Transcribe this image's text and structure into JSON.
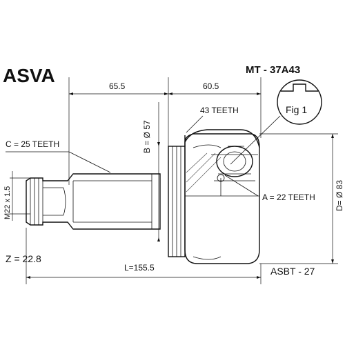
{
  "brand": "ASVA",
  "part_code": "MT - 37A43",
  "figure_label": "Fig 1",
  "dimensions": {
    "length_left": "65.5",
    "length_right": "60.5",
    "total_length": "L=155.5",
    "thread": "M22 x 1.5",
    "bore": "B = Ø 57",
    "outer_diameter": "D= Ø 83"
  },
  "teeth": {
    "abs_ring": "43 TEETH",
    "outer_spline": "C = 25 TEETH",
    "inner_spline": "A = 22 TEETH"
  },
  "footer": {
    "z_value": "Z = 22.8",
    "asbt": "ASBT - 27"
  }
}
